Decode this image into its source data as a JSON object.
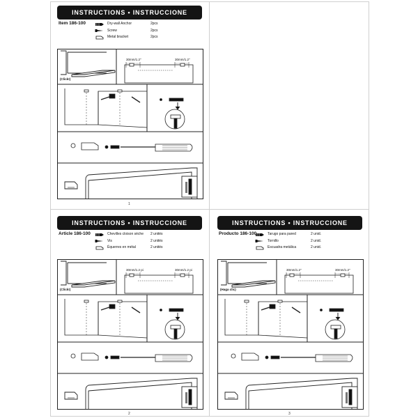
{
  "pages": [
    {
      "banner": "INSTRUCTIONS  •  INSTRUCCIONE",
      "item": "Item 186-100",
      "parts": [
        {
          "name": "Dry-wall Anchor",
          "qty": "2pcs"
        },
        {
          "name": "Screw",
          "qty": "2pcs"
        },
        {
          "name": "Metal bracket",
          "qty": "2pcs"
        }
      ],
      "click_label": "(Click!)",
      "measure_left": "30mm/1.2\"",
      "measure_right": "30mm/1.2\"",
      "page_number": "1"
    },
    {
      "banner": "INSTRUCTIONS  •  INSTRUCCIONE",
      "item": "Article 186-100",
      "parts": [
        {
          "name": "Chevilles cloison sèche",
          "qty": "2 unités"
        },
        {
          "name": "Vis",
          "qty": "2 unités"
        },
        {
          "name": "Équerres en métal",
          "qty": "2 unités"
        }
      ],
      "click_label": "(Click!)",
      "measure_left": "30mm/1.2 pi",
      "measure_right": "30mm/1.2 pi",
      "page_number": "2"
    },
    {
      "banner": "INSTRUCTIONS  •  INSTRUCCIONE",
      "item": "Producto 186-100",
      "parts": [
        {
          "name": "Tarugo para pared",
          "qty": "2 unid."
        },
        {
          "name": "Tornillo",
          "qty": "2 unid."
        },
        {
          "name": "Escuadra metálica",
          "qty": "2 unid."
        }
      ],
      "click_label": "(Haga clic)",
      "measure_left": "30mm/1.2\"",
      "measure_right": "30mm/1.2\"",
      "page_number": "3"
    }
  ],
  "icons": {
    "anchor": "wall-anchor-icon",
    "screw": "screw-icon",
    "bracket": "metal-bracket-icon"
  }
}
